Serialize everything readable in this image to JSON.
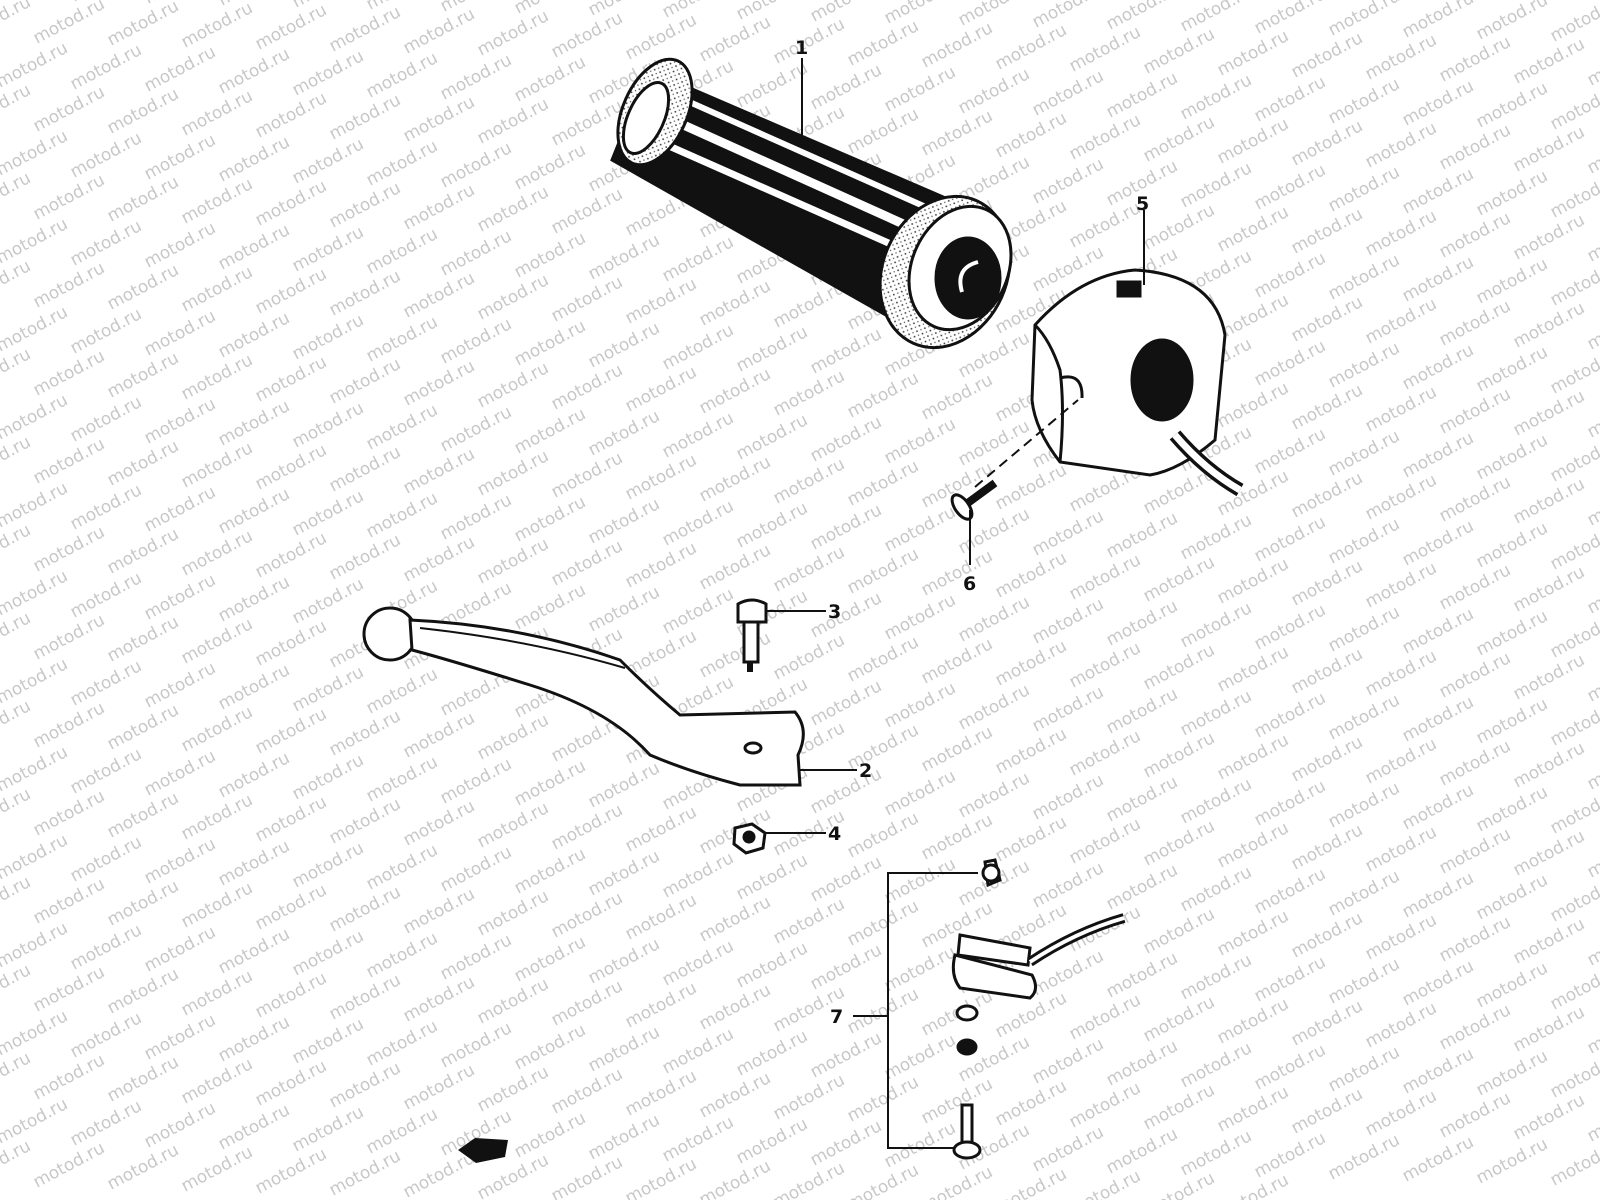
{
  "watermark": {
    "text": "motod.ru"
  },
  "callouts": [
    {
      "id": "1",
      "label": "1"
    },
    {
      "id": "2",
      "label": "2"
    },
    {
      "id": "3",
      "label": "3"
    },
    {
      "id": "4",
      "label": "4"
    },
    {
      "id": "5",
      "label": "5"
    },
    {
      "id": "6",
      "label": "6"
    },
    {
      "id": "7",
      "label": "7"
    }
  ],
  "colors": {
    "ink": "#111111",
    "paper": "#ffffff",
    "watermark": "#c8c8c8"
  }
}
